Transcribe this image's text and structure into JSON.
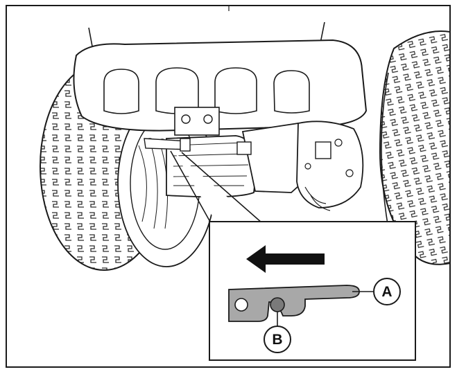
{
  "figure": {
    "callouts": [
      {
        "id": "A",
        "label": "A"
      },
      {
        "id": "B",
        "label": "B"
      }
    ],
    "inset_arrow_direction": "left",
    "colors": {
      "line": "#1a1a1a",
      "tread": "#2a2a2a",
      "plate_fill": "#a8a8a8",
      "pin_fill": "#7a7a7a",
      "background": "#ffffff"
    }
  }
}
